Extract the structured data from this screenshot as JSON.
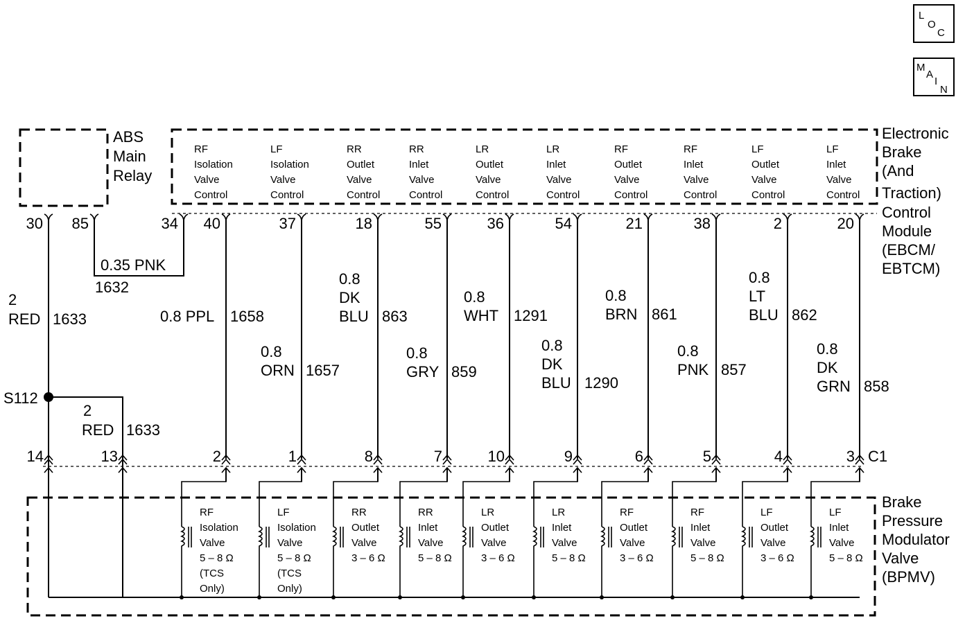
{
  "icons": {
    "loc": [
      "L",
      "O",
      "C"
    ],
    "main": [
      "M",
      "A",
      "I",
      "N"
    ]
  },
  "relay": {
    "lines": [
      "ABS",
      "Main",
      "Relay"
    ]
  },
  "ebcm": {
    "lines": [
      "Electronic",
      "Brake",
      "(And",
      "Traction)",
      "Control",
      "Module",
      "(EBCM/",
      "EBTCM)"
    ]
  },
  "bpmv": {
    "lines": [
      "Brake",
      "Pressure",
      "Modulator",
      "Valve",
      "(BPMV)"
    ]
  },
  "controls": [
    [
      "RF",
      "Isolation",
      "Valve",
      "Control"
    ],
    [
      "LF",
      "Isolation",
      "Valve",
      "Control"
    ],
    [
      "RR",
      "Outlet",
      "Valve",
      "Control"
    ],
    [
      "RR",
      "Inlet",
      "Valve",
      "Control"
    ],
    [
      "LR",
      "Outlet",
      "Valve",
      "Control"
    ],
    [
      "LR",
      "Inlet",
      "Valve",
      "Control"
    ],
    [
      "RF",
      "Outlet",
      "Valve",
      "Control"
    ],
    [
      "RF",
      "Inlet",
      "Valve",
      "Control"
    ],
    [
      "LF",
      "Outlet",
      "Valve",
      "Control"
    ],
    [
      "LF",
      "Inlet",
      "Valve",
      "Control"
    ]
  ],
  "top_pins": [
    "30",
    "85",
    "34",
    "40",
    "37",
    "18",
    "55",
    "36",
    "54",
    "21",
    "38",
    "2",
    "20"
  ],
  "bottom_pins": [
    "14",
    "13",
    "2",
    "1",
    "8",
    "7",
    "10",
    "9",
    "6",
    "5",
    "4",
    "3"
  ],
  "connector": "C1",
  "splice": "S112",
  "wires": {
    "relay_jumper": {
      "gauge_color": "0.35 PNK",
      "circuit": "1632"
    },
    "w30": {
      "size": "2",
      "color": "RED",
      "circuit": "1633"
    },
    "w13": {
      "size": "2",
      "color": "RED",
      "circuit": "1633"
    },
    "w40": {
      "label": "0.8 PPL",
      "circuit": "1658"
    },
    "w37": {
      "size": "0.8",
      "color": "ORN",
      "circuit": "1657"
    },
    "w18": {
      "size": "0.8",
      "color1": "DK",
      "color2": "BLU",
      "circuit": "863"
    },
    "w55": {
      "size": "0.8",
      "color": "GRY",
      "circuit": "859"
    },
    "w36": {
      "size": "0.8",
      "color": "WHT",
      "circuit": "1291"
    },
    "w54": {
      "size": "0.8",
      "color1": "DK",
      "color2": "BLU",
      "circuit": "1290"
    },
    "w21": {
      "size": "0.8",
      "color": "BRN",
      "circuit": "861"
    },
    "w38": {
      "size": "0.8",
      "color": "PNK",
      "circuit": "857"
    },
    "w2": {
      "size": "0.8",
      "color1": "LT",
      "color2": "BLU",
      "circuit": "862"
    },
    "w20": {
      "size": "0.8",
      "color1": "DK",
      "color2": "GRN",
      "circuit": "858"
    }
  },
  "solenoids": [
    [
      "RF",
      "Isolation",
      "Valve",
      "5 – 8 Ω",
      "(TCS",
      "Only)"
    ],
    [
      "LF",
      "Isolation",
      "Valve",
      "5 – 8 Ω",
      "(TCS",
      "Only)"
    ],
    [
      "RR",
      "Outlet",
      "Valve",
      "3 – 6 Ω"
    ],
    [
      "RR",
      "Inlet",
      "Valve",
      "5 – 8 Ω"
    ],
    [
      "LR",
      "Outlet",
      "Valve",
      "3 – 6 Ω"
    ],
    [
      "LR",
      "Inlet",
      "Valve",
      "5 – 8 Ω"
    ],
    [
      "RF",
      "Outlet",
      "Valve",
      "3 – 6 Ω"
    ],
    [
      "RF",
      "Inlet",
      "Valve",
      "5 – 8 Ω"
    ],
    [
      "LF",
      "Outlet",
      "Valve",
      "3 – 6 Ω"
    ],
    [
      "LF",
      "Inlet",
      "Valve",
      "5 – 8 Ω"
    ]
  ]
}
